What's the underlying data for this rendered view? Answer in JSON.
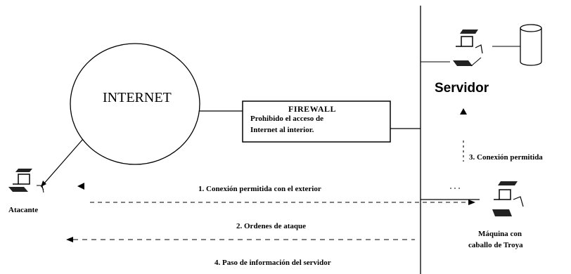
{
  "internet": {
    "label": "INTERNET"
  },
  "firewall": {
    "title": "FIREWALL",
    "line1": "Prohibido el acceso de",
    "line2": "Internet al interior."
  },
  "server": {
    "label": "Servidor"
  },
  "attacker": {
    "label": "Atacante"
  },
  "trojan": {
    "label_line1": "Máquina con",
    "label_line2": "caballo de Troya"
  },
  "flows": {
    "flow1": "1. Conexión permitida con el exterior",
    "flow2": "2. Ordenes de ataque",
    "flow3": "3. Conexión permitida",
    "flow4": "4. Paso de información del servidor"
  },
  "icons": {
    "computer": "computer-icon",
    "database": "database-icon",
    "arrow": "arrowhead-icon"
  }
}
